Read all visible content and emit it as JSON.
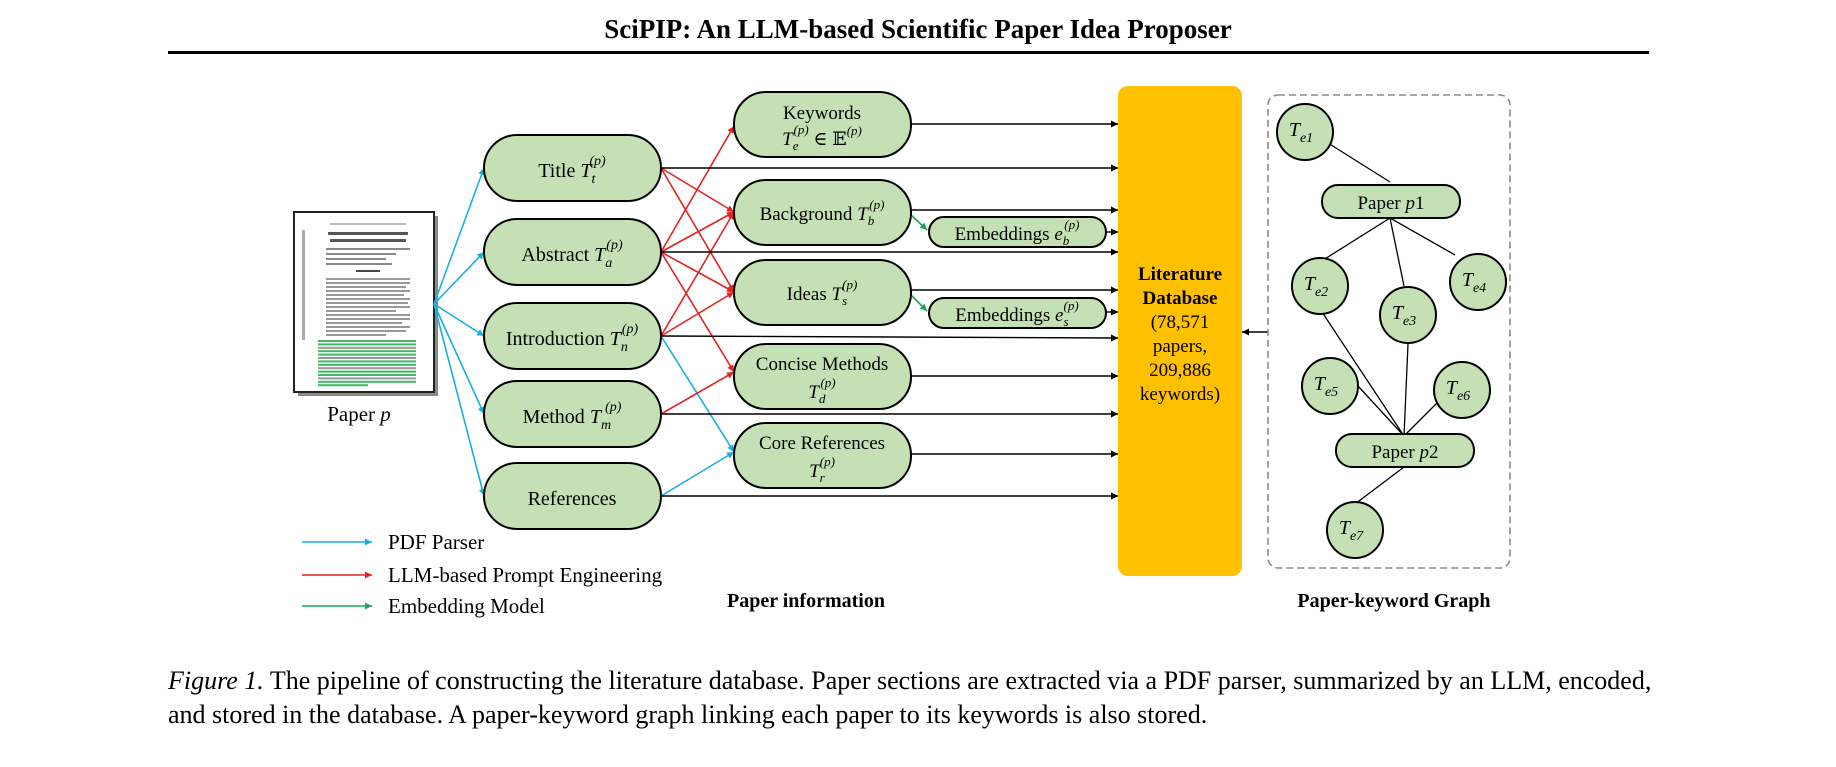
{
  "page_title": "SciPIP: An LLM-based Scientific Paper Idea Proposer",
  "colors": {
    "node_fill": "#c5e0b4",
    "database_fill": "#ffc000",
    "pdf_parser": "#1aaee0",
    "llm": "#e32222",
    "embedding": "#1fa45a",
    "edge": "#000000",
    "graph_border": "#8c8c8c"
  },
  "input": {
    "label": "Paper",
    "var": "p"
  },
  "sections": {
    "title": {
      "label": "Title",
      "sym": "T",
      "sub": "t",
      "sup": "(p)"
    },
    "abstract": {
      "label": "Abstract",
      "sym": "T",
      "sub": "a",
      "sup": "(p)"
    },
    "introduction": {
      "label": "Introduction",
      "sym": "T",
      "sub": "n",
      "sup": "(p)"
    },
    "method": {
      "label": "Method",
      "sym": "T",
      "sub": "m",
      "sup": "(p)"
    },
    "references": {
      "label": "References"
    }
  },
  "summaries": {
    "keywords": {
      "label": "Keywords",
      "sym": "T",
      "sub": "e",
      "sup": "(p)",
      "tail": " ∈ 𝔼",
      "tail_sup": "(p)"
    },
    "background": {
      "label": "Background",
      "sym": "T",
      "sub": "b",
      "sup": "(p)"
    },
    "ideas": {
      "label": "Ideas",
      "sym": "T",
      "sub": "s",
      "sup": "(p)"
    },
    "concise_methods": {
      "label": "Concise Methods",
      "sym": "T",
      "sub": "d",
      "sup": "(p)"
    },
    "core_references": {
      "label": "Core References",
      "sym": "T",
      "sub": "r",
      "sup": "(p)"
    }
  },
  "embeddings": {
    "background": {
      "label": "Embeddings",
      "sym": "e",
      "sub": "b",
      "sup": "(p)"
    },
    "ideas": {
      "label": "Embeddings",
      "sym": "e",
      "sub": "s",
      "sup": "(p)"
    }
  },
  "database": {
    "line1": "Literature",
    "line2": "Database",
    "line3": "(78,571",
    "line4": "papers,",
    "line5": "209,886",
    "line6": "keywords)"
  },
  "graph": {
    "paper1": {
      "label": "Paper",
      "var": "p",
      "num": "1"
    },
    "paper2": {
      "label": "Paper",
      "var": "p",
      "num": "2"
    },
    "keyword_nodes": [
      {
        "sym": "T",
        "sub": "e1"
      },
      {
        "sym": "T",
        "sub": "e2"
      },
      {
        "sym": "T",
        "sub": "e3"
      },
      {
        "sym": "T",
        "sub": "e4"
      },
      {
        "sym": "T",
        "sub": "e5"
      },
      {
        "sym": "T",
        "sub": "e6"
      },
      {
        "sym": "T",
        "sub": "e7"
      }
    ]
  },
  "legend": [
    {
      "label": "PDF Parser",
      "color": "#1aaee0"
    },
    {
      "label": "LLM-based Prompt Engineering",
      "color": "#e32222"
    },
    {
      "label": "Embedding Model",
      "color": "#1fa45a"
    }
  ],
  "section_labels": {
    "paper_information": "Paper information",
    "graph": "Paper-keyword Graph"
  },
  "caption": {
    "figure_label": "Figure 1.",
    "text": " The pipeline of constructing the literature database. Paper sections are extracted via a PDF parser, summarized by an LLM, encoded, and stored in the database. A paper-keyword graph linking each paper to its keywords is also stored."
  }
}
